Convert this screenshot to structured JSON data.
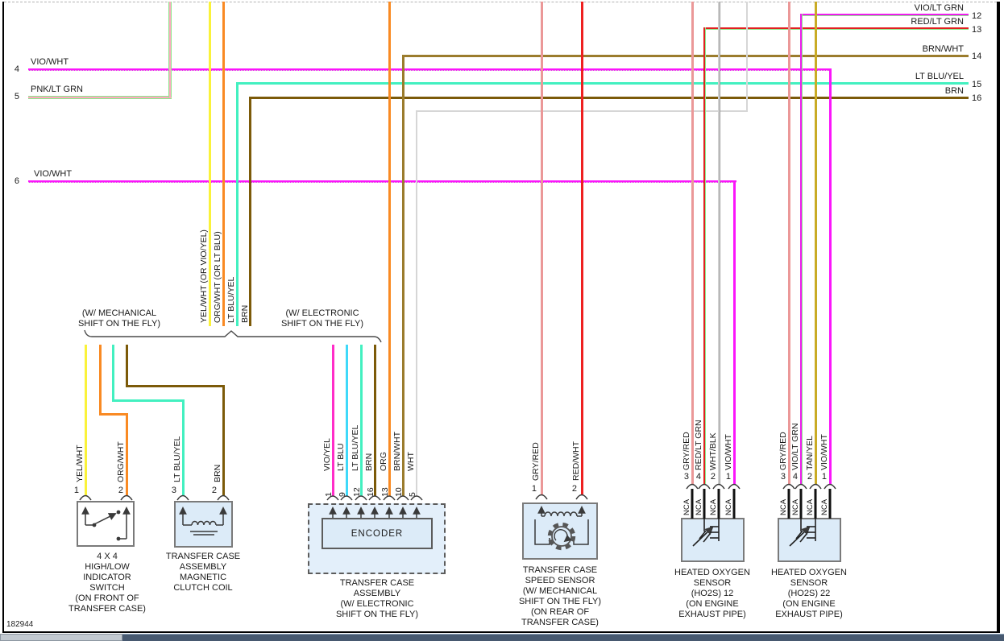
{
  "left_wires": [
    {
      "num": "4",
      "label": "VIO/WHT"
    },
    {
      "num": "5",
      "label": "PNK/LT GRN"
    },
    {
      "num": "6",
      "label": "VIO/WHT"
    }
  ],
  "right_wires": [
    {
      "num": "12",
      "label": "VIO/LT GRN"
    },
    {
      "num": "13",
      "label": "RED/LT GRN"
    },
    {
      "num": "14",
      "label": "BRN/WHT"
    },
    {
      "num": "15",
      "label": "LT BLU/YEL"
    },
    {
      "num": "16",
      "label": "BRN"
    }
  ],
  "riser_labels": [
    {
      "label": "YEL/WHT   (OR VIO/YEL)"
    },
    {
      "label": "ORG/WHT   (OR LT BLU)"
    },
    {
      "label": "LT BLU/YEL"
    },
    {
      "label": "BRN"
    }
  ],
  "options": {
    "mechanical_line1": "(W/ MECHANICAL",
    "mechanical_line2": "SHIFT ON THE FLY)",
    "electronic_line1": "(W/ ELECTRONIC",
    "electronic_line2": "SHIFT ON THE FLY)"
  },
  "components": {
    "indicator_switch": {
      "pins": [
        {
          "num": "1",
          "label": "YEL/WHT"
        },
        {
          "num": "2",
          "label": "ORG/WHT"
        }
      ],
      "name": [
        "4 X 4",
        "HIGH/LOW",
        "INDICATOR",
        "SWITCH",
        "(ON FRONT OF",
        "TRANSFER CASE)"
      ]
    },
    "clutch_coil": {
      "pins": [
        {
          "num": "3",
          "label": "LT BLU/YEL"
        },
        {
          "num": "2",
          "label": "BRN"
        }
      ],
      "name": [
        "TRANSFER CASE",
        "ASSEMBLY",
        "MAGNETIC",
        "CLUTCH COIL"
      ]
    },
    "encoder": {
      "box_label": "ENCODER",
      "pins": [
        {
          "num": "1",
          "label": "VIO/YEL"
        },
        {
          "num": "9",
          "label": "LT BLU"
        },
        {
          "num": "12",
          "label": "LT BLU/YEL"
        },
        {
          "num": "16",
          "label": "BRN"
        },
        {
          "num": "13",
          "label": "ORG"
        },
        {
          "num": "10",
          "label": "BRN/WHT"
        },
        {
          "num": "5",
          "label": "WHT"
        }
      ],
      "name": [
        "TRANSFER CASE",
        "ASSEMBLY",
        "(W/ ELECTRONIC",
        "SHIFT ON THE FLY)"
      ]
    },
    "speed_sensor": {
      "pins": [
        {
          "num": "1",
          "label": "GRY/RED"
        },
        {
          "num": "2",
          "label": "RED/WHT"
        }
      ],
      "name": [
        "TRANSFER CASE",
        "SPEED SENSOR",
        "(W/ MECHANICAL",
        "SHIFT ON THE FLY)",
        "(ON REAR OF",
        "TRANSFER CASE)"
      ]
    },
    "ho2s12": {
      "pins": [
        {
          "num": "3",
          "label": "GRY/RED",
          "nca": "NCA"
        },
        {
          "num": "4",
          "label": "RED/LT GRN",
          "nca": "NCA"
        },
        {
          "num": "2",
          "label": "WHT/BLK",
          "nca": "NCA"
        },
        {
          "num": "1",
          "label": "VIO/WHT",
          "nca": "NCA"
        }
      ],
      "name": [
        "HEATED OXYGEN",
        "SENSOR",
        "(HO2S) 12",
        "(ON ENGINE",
        "EXHAUST PIPE)"
      ]
    },
    "ho2s22": {
      "pins": [
        {
          "num": "3",
          "label": "GRY/RED",
          "nca": "NCA"
        },
        {
          "num": "4",
          "label": "VIO/LT GRN",
          "nca": "NCA"
        },
        {
          "num": "2",
          "label": "TAN/YEL",
          "nca": "NCA"
        },
        {
          "num": "1",
          "label": "VIO/WHT",
          "nca": "NCA"
        }
      ],
      "name": [
        "HEATED OXYGEN",
        "SENSOR",
        "(HO2S) 22",
        "(ON ENGINE",
        "EXHAUST PIPE)"
      ]
    }
  },
  "footer": {
    "figure_number": "182944"
  },
  "colors": {
    "vio_wht": "#fb15fb",
    "pnk_lt_grn": "#ffa8c0",
    "lt_grn_stripe": "#8ce98c",
    "yel_wht": "#faf23a",
    "org_wht": "#f98a23",
    "lt_blu_yel": "#43f0c0",
    "brn": "#7c5a09",
    "brn_wht": "#9b7c2d",
    "lt_blu": "#3fd9f9",
    "vio_yel": "#ff2dc8",
    "wht": "#d6d6d6",
    "gry_red": "#eb9898",
    "red_wht": "#ee2020",
    "red_lt_grn": "#e02020",
    "wht_blk": "#cfcfcf",
    "vio_lt_grn": "#ee1cee",
    "tan_yel": "#c9ab25",
    "box_fill": "#dcebf8",
    "box_border": "#7a7a7a"
  }
}
